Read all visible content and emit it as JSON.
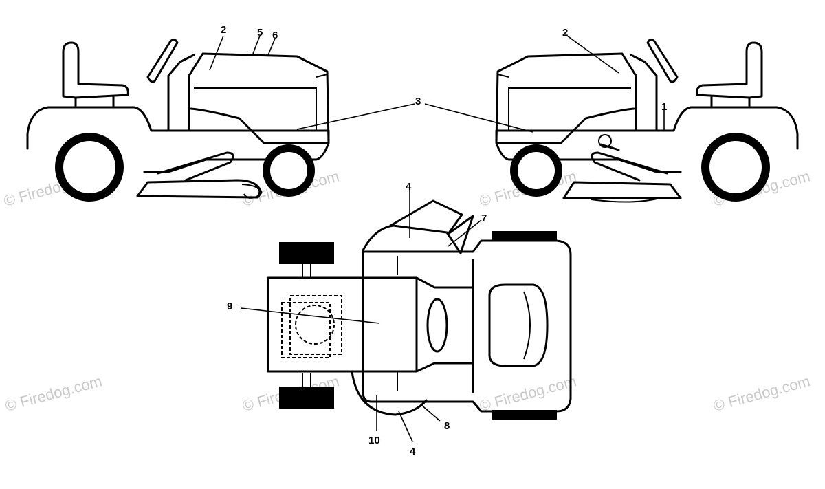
{
  "callouts": {
    "c1": "1",
    "c2_left": "2",
    "c2_right": "2",
    "c3": "3",
    "c4_top": "4",
    "c4_bottom": "4",
    "c5": "5",
    "c6": "6",
    "c7": "7",
    "c8": "8",
    "c9": "9",
    "c10": "10"
  },
  "watermark": "© Firedog.com"
}
